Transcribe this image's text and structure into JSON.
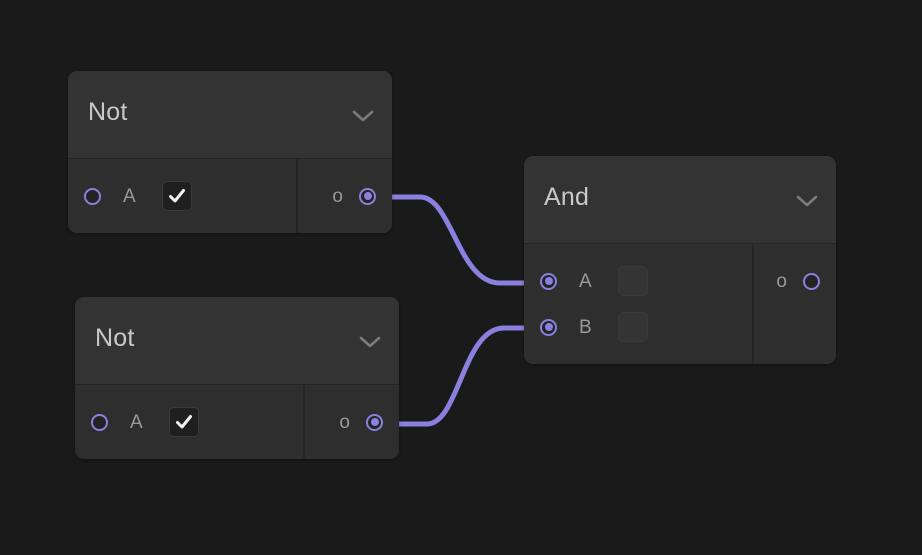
{
  "canvas": {
    "background_color": "#1a1a1a",
    "accent_color": "#8b7fe0",
    "node_header_color": "#333333",
    "node_body_color": "#2e2e2e"
  },
  "nodes": [
    {
      "id": "not-1",
      "title": "Not",
      "collapse_icon": "chevron-down-icon",
      "inputs": [
        {
          "label": "A",
          "connected": false,
          "checkbox": {
            "checked": true
          }
        }
      ],
      "outputs": [
        {
          "label": "o",
          "connected": true
        }
      ]
    },
    {
      "id": "and",
      "title": "And",
      "collapse_icon": "chevron-down-icon",
      "inputs": [
        {
          "label": "A",
          "connected": true,
          "checkbox": {
            "checked": false
          }
        },
        {
          "label": "B",
          "connected": true,
          "checkbox": {
            "checked": false
          }
        }
      ],
      "outputs": [
        {
          "label": "o",
          "connected": false
        }
      ]
    },
    {
      "id": "not-2",
      "title": "Not",
      "collapse_icon": "chevron-down-icon",
      "inputs": [
        {
          "label": "A",
          "connected": false,
          "checkbox": {
            "checked": true
          }
        }
      ],
      "outputs": [
        {
          "label": "o",
          "connected": true
        }
      ]
    }
  ],
  "edges": [
    {
      "id": "edge-not1-and-a",
      "from_node": "not-1",
      "from_port": "o",
      "to_node": "and",
      "to_port": "A",
      "color": "#8b7fe0"
    },
    {
      "id": "edge-not2-and-b",
      "from_node": "not-2",
      "from_port": "o",
      "to_node": "and",
      "to_port": "B",
      "color": "#8b7fe0"
    }
  ]
}
